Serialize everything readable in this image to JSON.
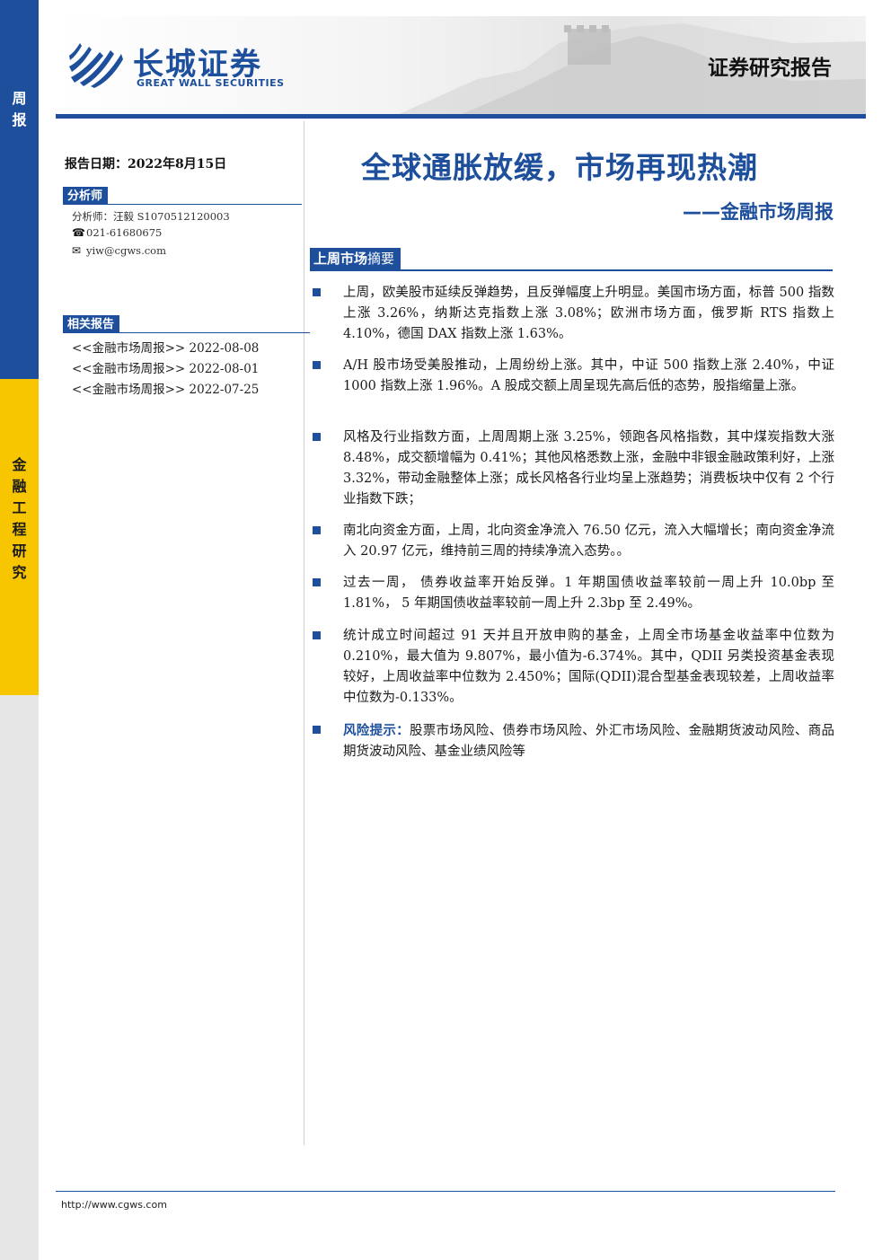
{
  "side_band": {
    "top_chars": [
      "周",
      "报"
    ],
    "bottom_chars": [
      "金",
      "融",
      "工",
      "程",
      "研",
      "究"
    ]
  },
  "header": {
    "logo_cn": "长城证券",
    "logo_en": "GREAT WALL SECURITIES",
    "doc_type": "证券研究报告"
  },
  "left": {
    "report_date": "报告日期：2022年8月15日",
    "analyst_section": "分析师",
    "analyst_name": "分析师：汪毅 S1070512120003",
    "phone": "021-61680675",
    "email": "yiw@cgws.com",
    "related_section": "相关报告",
    "related_reports": [
      "<<金融市场周报>> 2022-08-08",
      "<<金融市场周报>> 2022-08-01",
      "<<金融市场周报>> 2022-07-25"
    ]
  },
  "main": {
    "title": "全球通胀放缓，市场再现热潮",
    "subtitle": "——金融市场周报",
    "summary_head_bold": "上周市场",
    "summary_head_light": "摘要",
    "bullets": [
      "上周，欧美股市延续反弹趋势，且反弹幅度上升明显。美国市场方面，标普 500 指数上涨 3.26%，纳斯达克指数上涨 3.08%；欧洲市场方面，俄罗斯 RTS 指数上 4.10%，德国 DAX 指数上涨 1.63%。",
      "A/H 股市场受美股推动，上周纷纷上涨。其中，中证 500 指数上涨 2.40%，中证 1000 指数上涨 1.96%。A 股成交额上周呈现先高后低的态势，股指缩量上涨。",
      "风格及行业指数方面，上周周期上涨 3.25%，领跑各风格指数，其中煤炭指数大涨 8.48%，成交额增幅为 0.41%；其他风格悉数上涨，金融中非银金融政策利好，上涨 3.32%，带动金融整体上涨；成长风格各行业均呈上涨趋势；消费板块中仅有 2 个行业指数下跌；",
      "南北向资金方面，上周，北向资金净流入 76.50 亿元，流入大幅增长；南向资金净流入 20.97 亿元，维持前三周的持续净流入态势。。",
      "过去一周， 债券收益率开始反弹。1 年期国债收益率较前一周上升 10.0bp 至 1.81%， 5 年期国债收益率较前一周上升 2.3bp 至 2.49%。",
      "统计成立时间超过 91 天并且开放申购的基金，上周全市场基金收益率中位数为 0.210%，最大值为 9.807%，最小值为-6.374%。其中，QDII 另类投资基金表现较好，上周收益率中位数为 2.450%；国际(QDII)混合型基金表现较差，上周收益率中位数为-0.133%。"
    ],
    "risk_label": "风险提示：",
    "risk_text": "股票市场风险、债券市场风险、外汇市场风险、金融期货波动风险、商品期货波动风险、基金业绩风险等"
  },
  "footer": {
    "url": "http://www.cgws.com"
  },
  "colors": {
    "brand_blue": "#1d4f9c",
    "band_yellow": "#f7c600"
  }
}
